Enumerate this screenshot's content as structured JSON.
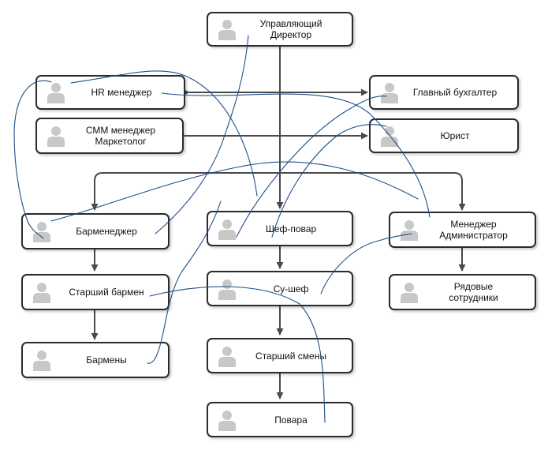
{
  "colors": {
    "border": "#2b2b2b",
    "arrow": "#4a4a4a",
    "avatar": "#c8c8c8",
    "ink": "#1f4e8c"
  },
  "nodes": {
    "director": "Управляющий\nДиректор",
    "hr": "HR менеджер",
    "chief_accountant": "Главный бухгалтер",
    "smm": "СММ менеджер\nМаркетолог",
    "lawyer": "Юрист",
    "bar_manager": "Барменеджер",
    "chef": "Шеф-повар",
    "admin_manager": "Менеджер\nАдминистратор",
    "senior_bartender": "Старший бармен",
    "sous_chef": "Су-шеф",
    "staff": "Рядовые\nсотрудники",
    "bartenders": "Бармены",
    "shift_senior": "Старший смены",
    "cooks": "Повара"
  }
}
